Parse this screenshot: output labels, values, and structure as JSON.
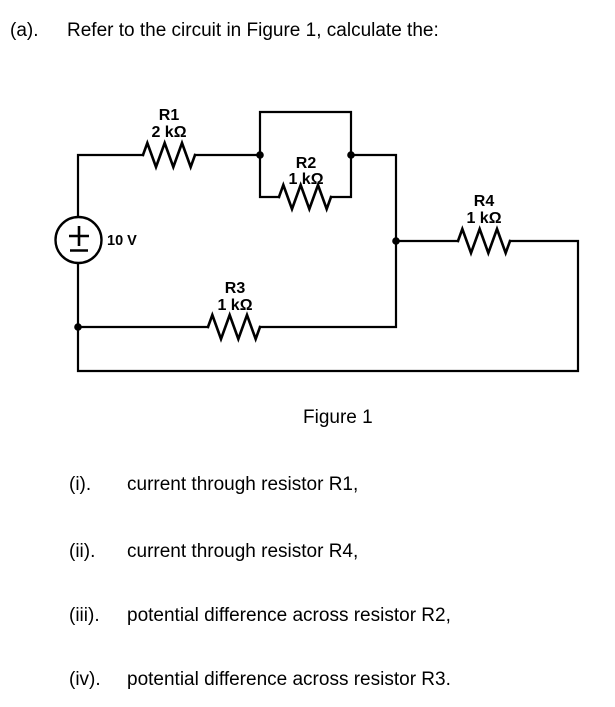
{
  "page": {
    "part_label": "(a).",
    "prompt": "Refer to the circuit in Figure 1, calculate the:",
    "figure_caption": "Figure 1"
  },
  "circuit": {
    "voltage_source": {
      "label": "10 V",
      "polarity_top": "+",
      "polarity_bottom": "−"
    },
    "resistors": [
      {
        "name": "R1",
        "value": "2 kΩ"
      },
      {
        "name": "R2",
        "value": "1 kΩ"
      },
      {
        "name": "R3",
        "value": "1 kΩ"
      },
      {
        "name": "R4",
        "value": "1 kΩ"
      }
    ]
  },
  "questions": [
    {
      "label": "(i).",
      "text": "current through resistor R1,"
    },
    {
      "label": "(ii).",
      "text": "current through resistor R4,"
    },
    {
      "label": "(iii).",
      "text": "potential difference across resistor R2,"
    },
    {
      "label": "(iv).",
      "text": "potential difference across resistor R3."
    }
  ]
}
